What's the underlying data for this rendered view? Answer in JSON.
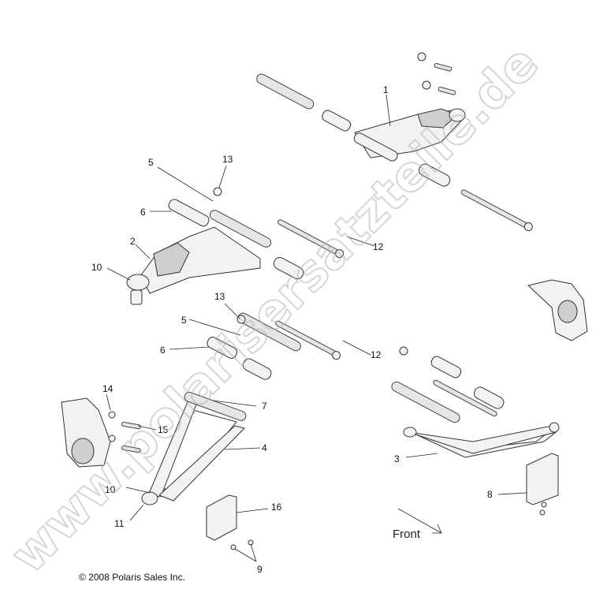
{
  "diagram": {
    "callouts": [
      "1",
      "2",
      "3",
      "4",
      "5",
      "5",
      "6",
      "6",
      "7",
      "8",
      "9",
      "10",
      "10",
      "11",
      "12",
      "12",
      "13",
      "13",
      "14",
      "15",
      "16"
    ],
    "front_label": "Front",
    "copyright": "© 2008 Polaris Sales Inc.",
    "watermark": "www.polarisersatzteile.de"
  }
}
